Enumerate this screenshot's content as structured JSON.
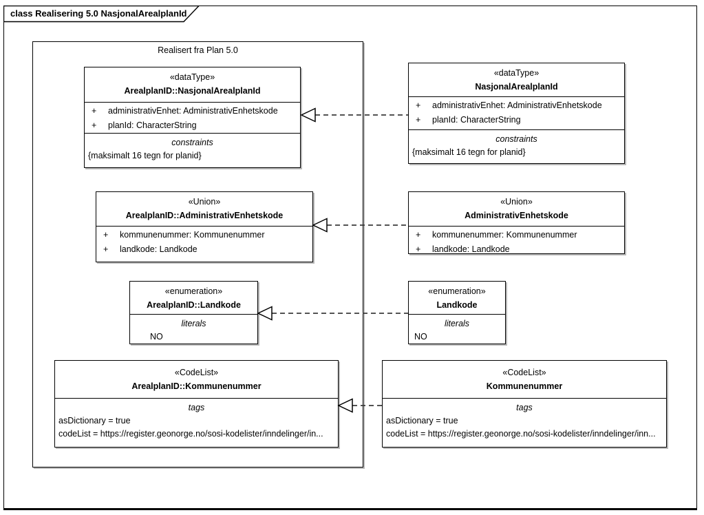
{
  "diagram": {
    "title": "class Realisering 5.0 NasjonalArealplanId",
    "frame_label": "Realisert fra Plan 5.0"
  },
  "colors": {
    "line": "#000000",
    "background": "#ffffff",
    "box_shadow": "#b8b8b8",
    "connector": "#3a3a3a"
  },
  "classes": {
    "left": [
      {
        "stereotype": "«dataType»",
        "name": "ArealplanID::NasjonalArealplanId",
        "attributes": [
          {
            "visibility": "+",
            "signature": "administrativEnhet: AdministrativEnhetskode"
          },
          {
            "visibility": "+",
            "signature": "planId: CharacterString"
          }
        ],
        "compartment": {
          "label": "constraints",
          "lines": [
            "{maksimalt 16 tegn for planid}"
          ]
        }
      },
      {
        "stereotype": "«Union»",
        "name": "ArealplanID::AdministrativEnhetskode",
        "attributes": [
          {
            "visibility": "+",
            "signature": "kommunenummer: Kommunenummer"
          },
          {
            "visibility": "+",
            "signature": "landkode: Landkode"
          }
        ]
      },
      {
        "stereotype": "«enumeration»",
        "name": "ArealplanID::Landkode",
        "compartment": {
          "label": "literals",
          "lines": [
            "NO"
          ]
        }
      },
      {
        "stereotype": "«CodeList»",
        "name": "ArealplanID::Kommunenummer",
        "compartment": {
          "label": "tags",
          "lines": [
            "asDictionary = true",
            "codeList = https://register.geonorge.no/sosi-kodelister/inndelinger/in..."
          ]
        }
      }
    ],
    "right": [
      {
        "stereotype": "«dataType»",
        "name": "NasjonalArealplanId",
        "attributes": [
          {
            "visibility": "+",
            "signature": "administrativEnhet: AdministrativEnhetskode"
          },
          {
            "visibility": "+",
            "signature": "planId: CharacterString"
          }
        ],
        "compartment": {
          "label": "constraints",
          "lines": [
            "{maksimalt 16 tegn for planid}"
          ]
        }
      },
      {
        "stereotype": "«Union»",
        "name": "AdministrativEnhetskode",
        "attributes": [
          {
            "visibility": "+",
            "signature": "kommunenummer: Kommunenummer"
          },
          {
            "visibility": "+",
            "signature": "landkode: Landkode"
          }
        ]
      },
      {
        "stereotype": "«enumeration»",
        "name": "Landkode",
        "compartment": {
          "label": "literals",
          "lines": [
            "NO"
          ]
        }
      },
      {
        "stereotype": "«CodeList»",
        "name": "Kommunenummer",
        "compartment": {
          "label": "tags",
          "lines": [
            "asDictionary = true",
            "codeList = https://register.geonorge.no/sosi-kodelister/inndelinger/inn..."
          ]
        }
      }
    ]
  },
  "relationships": [
    {
      "type": "realization",
      "from": "NasjonalArealplanId",
      "to": "ArealplanID::NasjonalArealplanId",
      "line_style": "dashed",
      "arrowhead": "hollow-triangle"
    },
    {
      "type": "realization",
      "from": "AdministrativEnhetskode",
      "to": "ArealplanID::AdministrativEnhetskode",
      "line_style": "dashed",
      "arrowhead": "hollow-triangle"
    },
    {
      "type": "realization",
      "from": "Landkode",
      "to": "ArealplanID::Landkode",
      "line_style": "dashed",
      "arrowhead": "hollow-triangle"
    },
    {
      "type": "realization",
      "from": "Kommunenummer",
      "to": "ArealplanID::Kommunenummer",
      "line_style": "dashed",
      "arrowhead": "hollow-triangle"
    }
  ]
}
